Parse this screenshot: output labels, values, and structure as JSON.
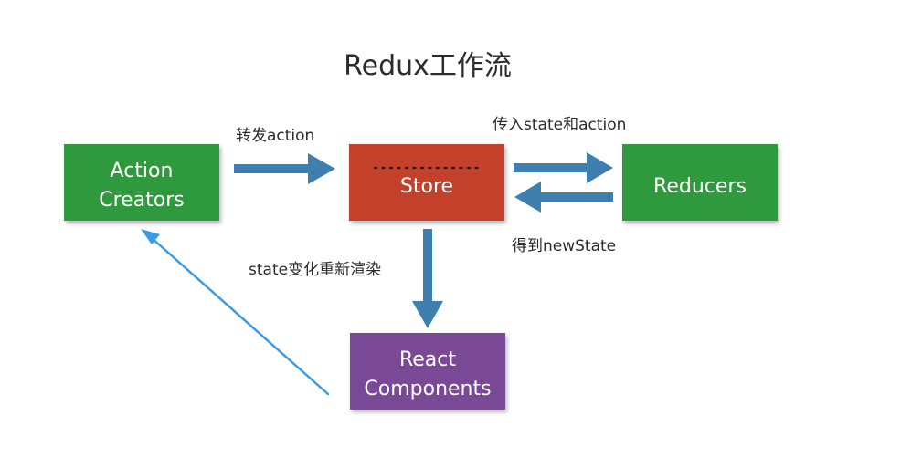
{
  "title": "Redux工作流",
  "colors": {
    "green": "#2f9a3c",
    "red": "#c33f2c",
    "purple": "#7a4a96",
    "arrow_dark": "#3f7fb0",
    "arrow_light": "#3a9be4"
  },
  "nodes": {
    "action_creators": {
      "line1": "Action",
      "line2": "Creators"
    },
    "store": {
      "label": "Store"
    },
    "reducers": {
      "label": "Reducers"
    },
    "react_components": {
      "line1": "React",
      "line2": "Components"
    }
  },
  "edges": {
    "dispatch": "转发action",
    "pass_state_action": "传入state和action",
    "get_new_state": "得到newState",
    "rerender": "state变化重新渲染"
  }
}
